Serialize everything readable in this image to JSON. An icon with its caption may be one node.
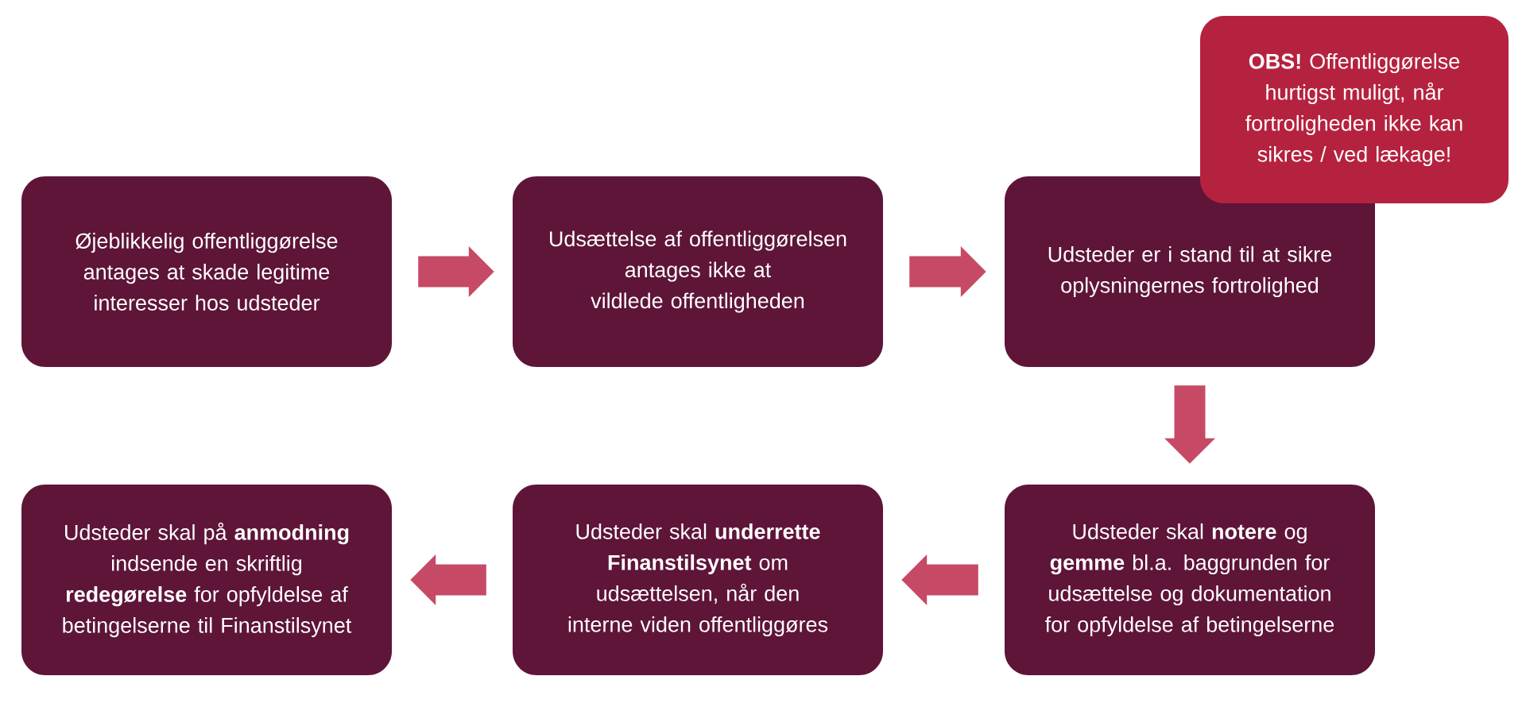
{
  "diagram": {
    "nodes": [
      {
        "text": [
          "Øjeblikkelig offentliggørelse antages at skade legitime interesser hos udsteder"
        ]
      },
      {
        "text": [
          "Udsættelse af offentliggørelsen antages ikke at vildlede offentligheden"
        ]
      },
      {
        "text": [
          "Udsteder er i stand til at sikre oplysningernes fortrolighed"
        ]
      },
      {
        "text": [
          "**OBS!** Offentliggørelse hurtigst muligt, når fortroligheden ikke kan sikres / ved lækage!"
        ]
      },
      {
        "text": [
          "Udsteder skal på **anmodning** indsende en skriftlig **redegørelse** for opfyldelse af betingelserne til Finanstilsynet"
        ]
      },
      {
        "text": [
          "Udsteder skal **underrette Finanstilsynet** om udsættelsen, når den interne viden offentliggøres"
        ]
      },
      {
        "text": [
          "Udsteder skal **notere** og **gemme** bl.a. baggrunden for udsættelse og dokumentation for opfyldelse af betingelserne"
        ]
      }
    ],
    "edges": [
      {
        "from": 0,
        "to": 1,
        "arrow": "to"
      },
      {
        "from": 1,
        "to": 2,
        "arrow": "to"
      },
      {
        "from": 2,
        "to": 6,
        "arrow": "to"
      },
      {
        "from": 6,
        "to": 5,
        "arrow": "to"
      },
      {
        "from": 5,
        "to": 4,
        "arrow": "to"
      }
    ]
  }
}
